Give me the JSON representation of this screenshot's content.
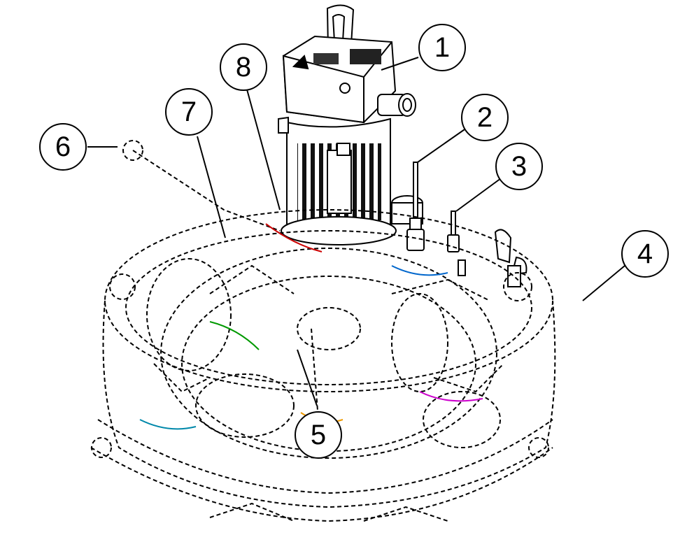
{
  "diagram": {
    "line_color": "#000000",
    "background": "#ffffff",
    "callouts": [
      {
        "id": "1",
        "label": "1"
      },
      {
        "id": "2",
        "label": "2"
      },
      {
        "id": "3",
        "label": "3"
      },
      {
        "id": "4",
        "label": "4"
      },
      {
        "id": "5",
        "label": "5"
      },
      {
        "id": "6",
        "label": "6"
      },
      {
        "id": "7",
        "label": "7"
      },
      {
        "id": "8",
        "label": "8"
      }
    ]
  }
}
